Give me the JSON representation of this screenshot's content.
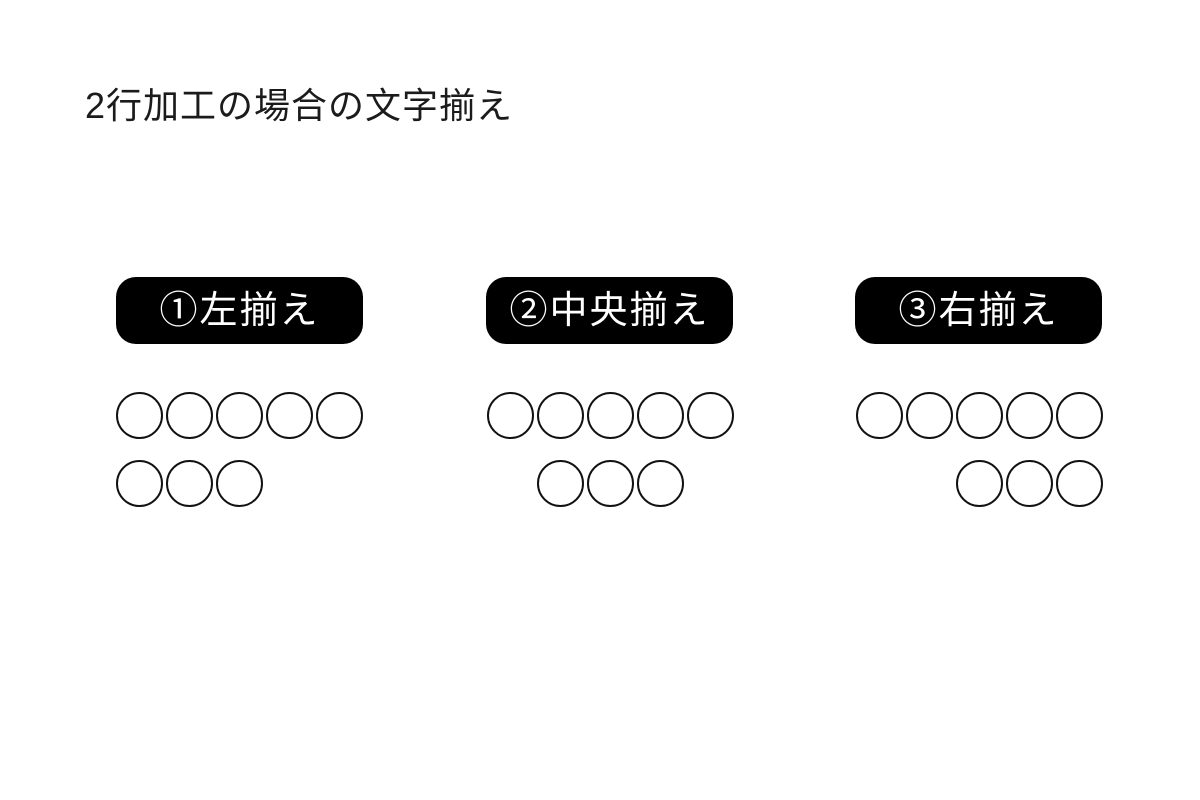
{
  "page": {
    "title": "2行加工の場合の文字揃え",
    "background_color": "#ffffff"
  },
  "colors": {
    "title_text": "#1b1b1b",
    "badge_background": "#000000",
    "badge_text": "#ffffff",
    "circle_outline": "#111111"
  },
  "groups": [
    {
      "id": "left-align",
      "badge_label": "①左揃え",
      "alignment": "left",
      "rows": [
        5,
        3
      ]
    },
    {
      "id": "center-align",
      "badge_label": "②中央揃え",
      "alignment": "center",
      "rows": [
        5,
        3
      ]
    },
    {
      "id": "right-align",
      "badge_label": "③右揃え",
      "alignment": "right",
      "rows": [
        5,
        3
      ]
    }
  ]
}
